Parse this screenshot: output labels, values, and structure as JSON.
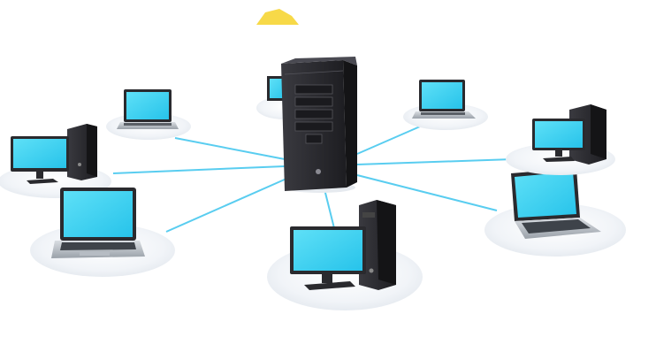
{
  "image": {
    "subject": "server-with-connected-computers",
    "colors": {
      "background": "#ffffff",
      "screen": "#3fd3f2",
      "cable": "#59cdf0",
      "case": "#2a2a2e",
      "case_side": "#141416",
      "disc": "#eef2f6",
      "accent_yellow": "#f7d948"
    },
    "devices": [
      {
        "kind": "server",
        "id": "center"
      },
      {
        "kind": "laptop",
        "id": "top-left"
      },
      {
        "kind": "desktop",
        "id": "left"
      },
      {
        "kind": "laptop",
        "id": "bottom-left"
      },
      {
        "kind": "desktop",
        "id": "bottom-center"
      },
      {
        "kind": "laptop",
        "id": "bottom-right"
      },
      {
        "kind": "desktop",
        "id": "right"
      },
      {
        "kind": "laptop",
        "id": "top-right"
      },
      {
        "kind": "desktop",
        "id": "top-center-hidden"
      }
    ]
  }
}
